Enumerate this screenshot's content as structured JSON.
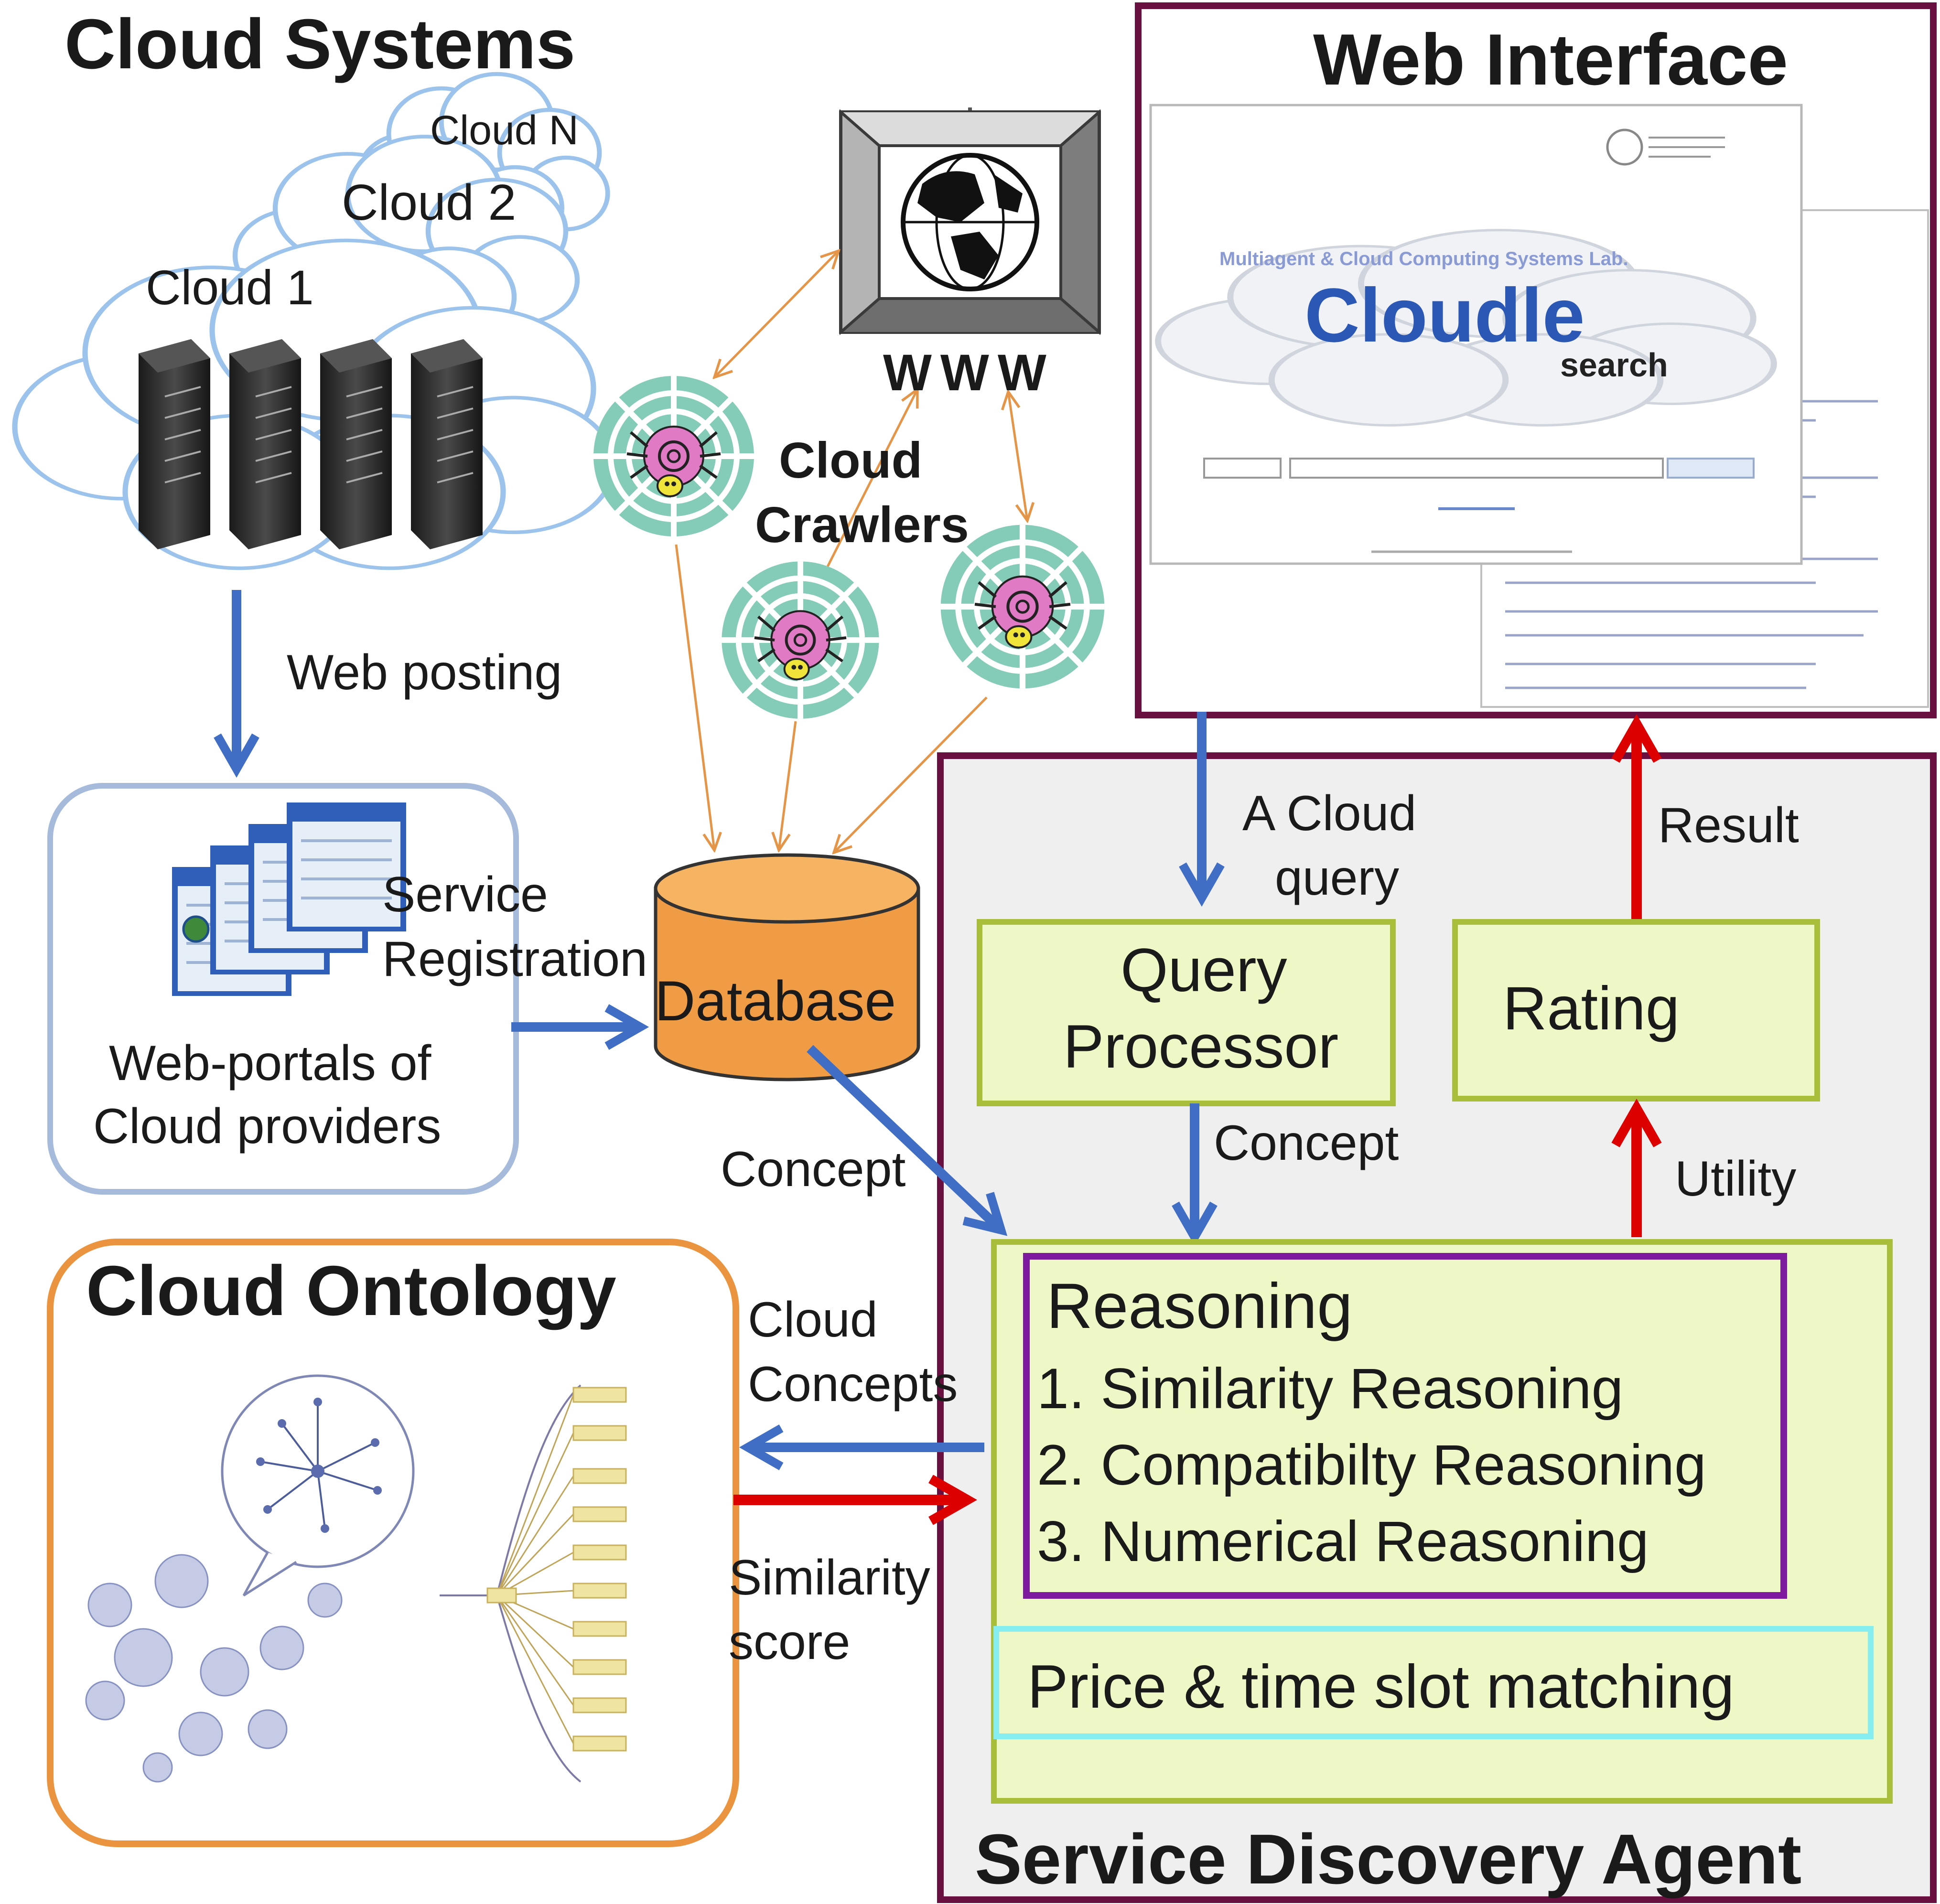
{
  "cloud_systems": {
    "title": "Cloud Systems",
    "clouds": [
      "Cloud N",
      "Cloud 2",
      "Cloud 1"
    ],
    "post_label": "Web posting"
  },
  "www": {
    "label": "WWW",
    "icon": "globe-monitor-icon"
  },
  "crawlers": {
    "label_line1": "Cloud",
    "label_line2": "Crawlers",
    "icon": "spider-web-icon"
  },
  "web_portals": {
    "registration_line1": "Service",
    "registration_line2": "Registration",
    "label_line1": "Web-portals of",
    "label_line2": "Cloud providers"
  },
  "database": {
    "label": "Database"
  },
  "web_interface": {
    "title": "Web Interface",
    "screenshot": {
      "lab": "Multiagent & Cloud Computing Systems Lab.",
      "brand": "Cloudle",
      "sub": "search"
    }
  },
  "sda": {
    "title": "Service Discovery Agent",
    "query_label_line1": "A Cloud",
    "query_label_line2": "query",
    "result_label": "Result",
    "query_processor_line1": "Query",
    "query_processor_line2": "Processor",
    "rating": "Rating",
    "concept_label": "Concept",
    "utility_label": "Utility",
    "reasoning": {
      "title": "Reasoning",
      "items": [
        "1.  Similarity Reasoning",
        "2.  Compatibilty Reasoning",
        "3.  Numerical Reasoning"
      ]
    },
    "price_matching": "Price & time slot matching"
  },
  "ontology": {
    "title": "Cloud Ontology",
    "concepts_line1": "Cloud",
    "concepts_line2": "Concepts",
    "score_line1": "Similarity",
    "score_line2": "score"
  },
  "concept_db_label": "Concept",
  "colors": {
    "blue_arrow": "#3f6ec4",
    "red_arrow": "#dd0000",
    "orange_line": "#e49548",
    "maroon_border": "#6a1040",
    "lime_fill": "#eef7c6",
    "lime_border": "#a8bd3a",
    "purple_border": "#7d1a9e",
    "cyan_border": "#86eef0",
    "ontology_border": "#ea9440",
    "cloud_outline": "#9cc3ec",
    "db_fill": "#ef9c45"
  }
}
